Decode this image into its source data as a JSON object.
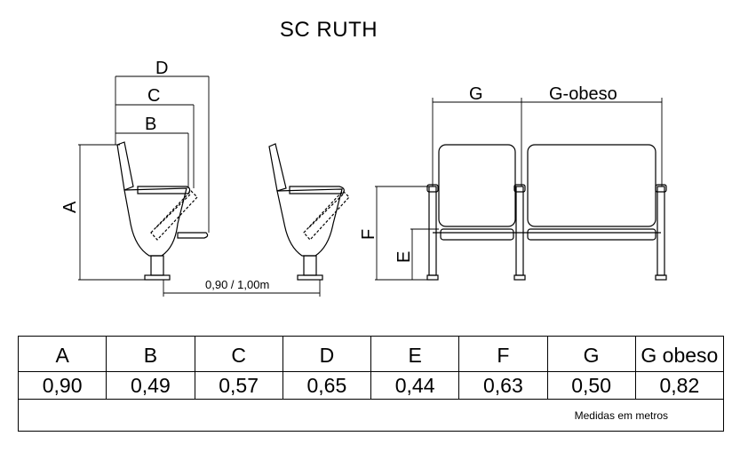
{
  "title": "SC RUTH",
  "dimension_labels": {
    "a": "A",
    "b": "B",
    "c": "C",
    "d": "D",
    "e": "E",
    "f": "F",
    "g": "G",
    "g_obeso": "G-obeso",
    "row_spacing": "0,90 / 1,00m"
  },
  "table": {
    "headers": [
      "A",
      "B",
      "C",
      "D",
      "E",
      "F",
      "G",
      "G obeso"
    ],
    "values": [
      "0,90",
      "0,49",
      "0,57",
      "0,65",
      "0,44",
      "0,63",
      "0,50",
      "0,82"
    ],
    "note": "Medidas em metros"
  }
}
